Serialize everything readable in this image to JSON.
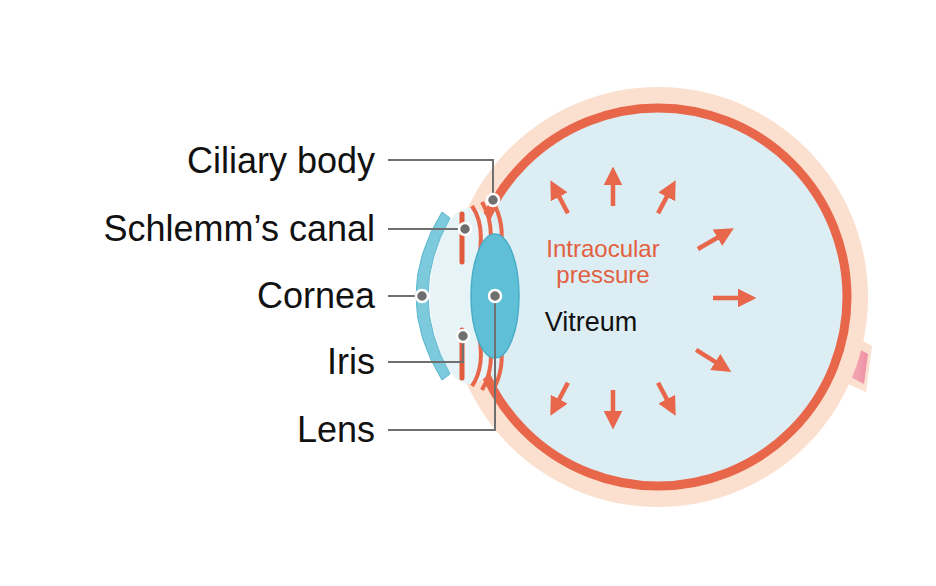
{
  "diagram": {
    "labels": [
      "Ciliary body",
      "Schlemm’s canal",
      "Cornea",
      "Iris",
      "Lens",
      "Intraocular pressure",
      "Vitreum"
    ]
  }
}
